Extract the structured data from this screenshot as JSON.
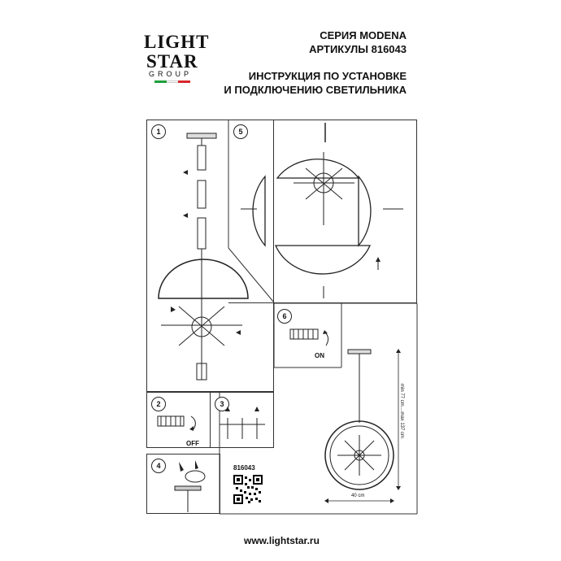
{
  "brand": {
    "line1": "LIGHT",
    "line2": "STAR",
    "line3": "GROUP",
    "flag_colors": [
      "#1e9e3a",
      "#ffffff",
      "#d8262b"
    ]
  },
  "header": {
    "series": "СЕРИЯ MODENA",
    "article": "АРТИКУЛЫ 816043",
    "title_line1": "ИНСТРУКЦИЯ ПО УСТАНОВКЕ",
    "title_line2": "И ПОДКЛЮЧЕНИЮ СВЕТИЛЬНИКА"
  },
  "steps": {
    "s1": "1",
    "s2": "2",
    "s3": "3",
    "s4": "4",
    "s5": "5",
    "s6": "6"
  },
  "labels": {
    "off": "OFF",
    "on": "ON",
    "article_code": "816043",
    "height": "min 77 cm....max 137 cm",
    "width": "40 cm"
  },
  "footer": {
    "url": "www.lightstar.ru"
  }
}
